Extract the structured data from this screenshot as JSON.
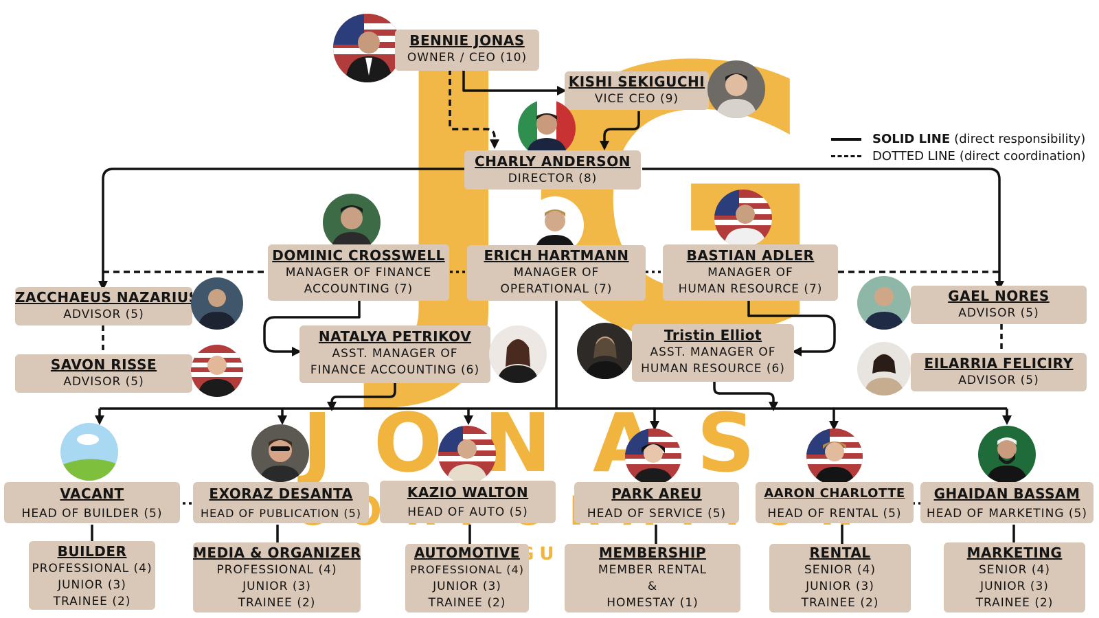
{
  "colors": {
    "box": "#d9c7b7",
    "logo": "#f1b53f",
    "line": "#111111"
  },
  "logo": {
    "monogram": "JG",
    "word": "JONAS",
    "sub": "CORPORATION",
    "tag": "GU"
  },
  "legend": {
    "solid_bold": "SOLID LINE",
    "solid_rest": "(direct responsibility)",
    "dotted_bold": "DOTTED LINE",
    "dotted_rest": "(direct coordination)"
  },
  "people": {
    "ceo": {
      "name": "BENNIE JONAS",
      "role": "OWNER / CEO (10)",
      "icon": "usa-flag-portrait"
    },
    "vice": {
      "name": "KISHI SEKIGUCHI",
      "role": "VICE CEO (9)",
      "icon": "portrait"
    },
    "director": {
      "name": "CHARLY ANDERSON",
      "role": "DIRECTOR (8)",
      "icon": "mexico-flag-portrait"
    },
    "finance": {
      "name": "DOMINIC CROSSWELL",
      "role1": "MANAGER OF FINANCE",
      "role2": "ACCOUNTING (7)",
      "icon": "portrait"
    },
    "ops": {
      "name": "ERICH HARTMANN",
      "role1": "MANAGER OF",
      "role2": "OPERATIONAL (7)",
      "icon": "portrait"
    },
    "hr": {
      "name": "BASTIAN ADLER",
      "role1": "MANAGER OF",
      "role2": "HUMAN RESOURCE (7)",
      "icon": "usa-flag-portrait"
    },
    "advisor1": {
      "name": "ZACCHAEUS NAZARIUS",
      "role": "ADVISOR (5)",
      "icon": "portrait"
    },
    "advisor2": {
      "name": "SAVON RISSE",
      "role": "ADVISOR (5)",
      "icon": "usa-flag-portrait"
    },
    "advisor3": {
      "name": "GAEL NORES",
      "role": "ADVISOR (5)",
      "icon": "portrait"
    },
    "advisor4": {
      "name": "EILARRIA FELICIRY",
      "role": "ADVISOR (5)",
      "icon": "portrait"
    },
    "asst_fin": {
      "name": "NATALYA PETRIKOV",
      "role1": "ASST. MANAGER OF",
      "role2": "FINANCE ACCOUNTING (6)",
      "icon": "portrait"
    },
    "asst_hr": {
      "name": "Tristin Elliot",
      "role1": "ASST. MANAGER OF",
      "role2": "HUMAN RESOURCE (6)",
      "icon": "portrait"
    }
  },
  "heads": [
    {
      "name": "VACANT",
      "role": "HEAD OF BUILDER (5)",
      "icon": "sky-placeholder"
    },
    {
      "name": "EXORAZ DESANTA",
      "role": "HEAD OF PUBLICATION (5)",
      "icon": "portrait"
    },
    {
      "name": "KAZIO WALTON",
      "role": "HEAD OF AUTO (5)",
      "icon": "usa-flag-portrait"
    },
    {
      "name": "PARK AREU",
      "role": "HEAD OF SERVICE (5)",
      "icon": "usa-flag-portrait"
    },
    {
      "name": "AARON CHARLOTTE",
      "role": "HEAD OF RENTAL (5)",
      "icon": "usa-flag-portrait"
    },
    {
      "name": "GHAIDAN BASSAM",
      "role": "HEAD OF MARKETING (5)",
      "icon": "saudi-flag-portrait"
    }
  ],
  "divisions": [
    {
      "name": "BUILDER",
      "lines": [
        "PROFESSIONAL (4)",
        "JUNIOR (3)",
        "TRAINEE (2)"
      ]
    },
    {
      "name": "MEDIA & ORGANIZER",
      "lines": [
        "PROFESSIONAL (4)",
        "JUNIOR (3)",
        "TRAINEE (2)"
      ]
    },
    {
      "name": "AUTOMOTIVE",
      "lines": [
        "PROFESSIONAL (4)",
        "JUNIOR (3)",
        "TRAINEE (2)"
      ]
    },
    {
      "name": "MEMBERSHIP",
      "lines": [
        "MEMBER RENTAL",
        "&",
        "HOMESTAY (1)"
      ]
    },
    {
      "name": "RENTAL",
      "lines": [
        "SENIOR (4)",
        "JUNIOR (3)",
        "TRAINEE (2)"
      ]
    },
    {
      "name": "MARKETING",
      "lines": [
        "SENIOR (4)",
        "JUNIOR (3)",
        "TRAINEE (2)"
      ]
    }
  ]
}
